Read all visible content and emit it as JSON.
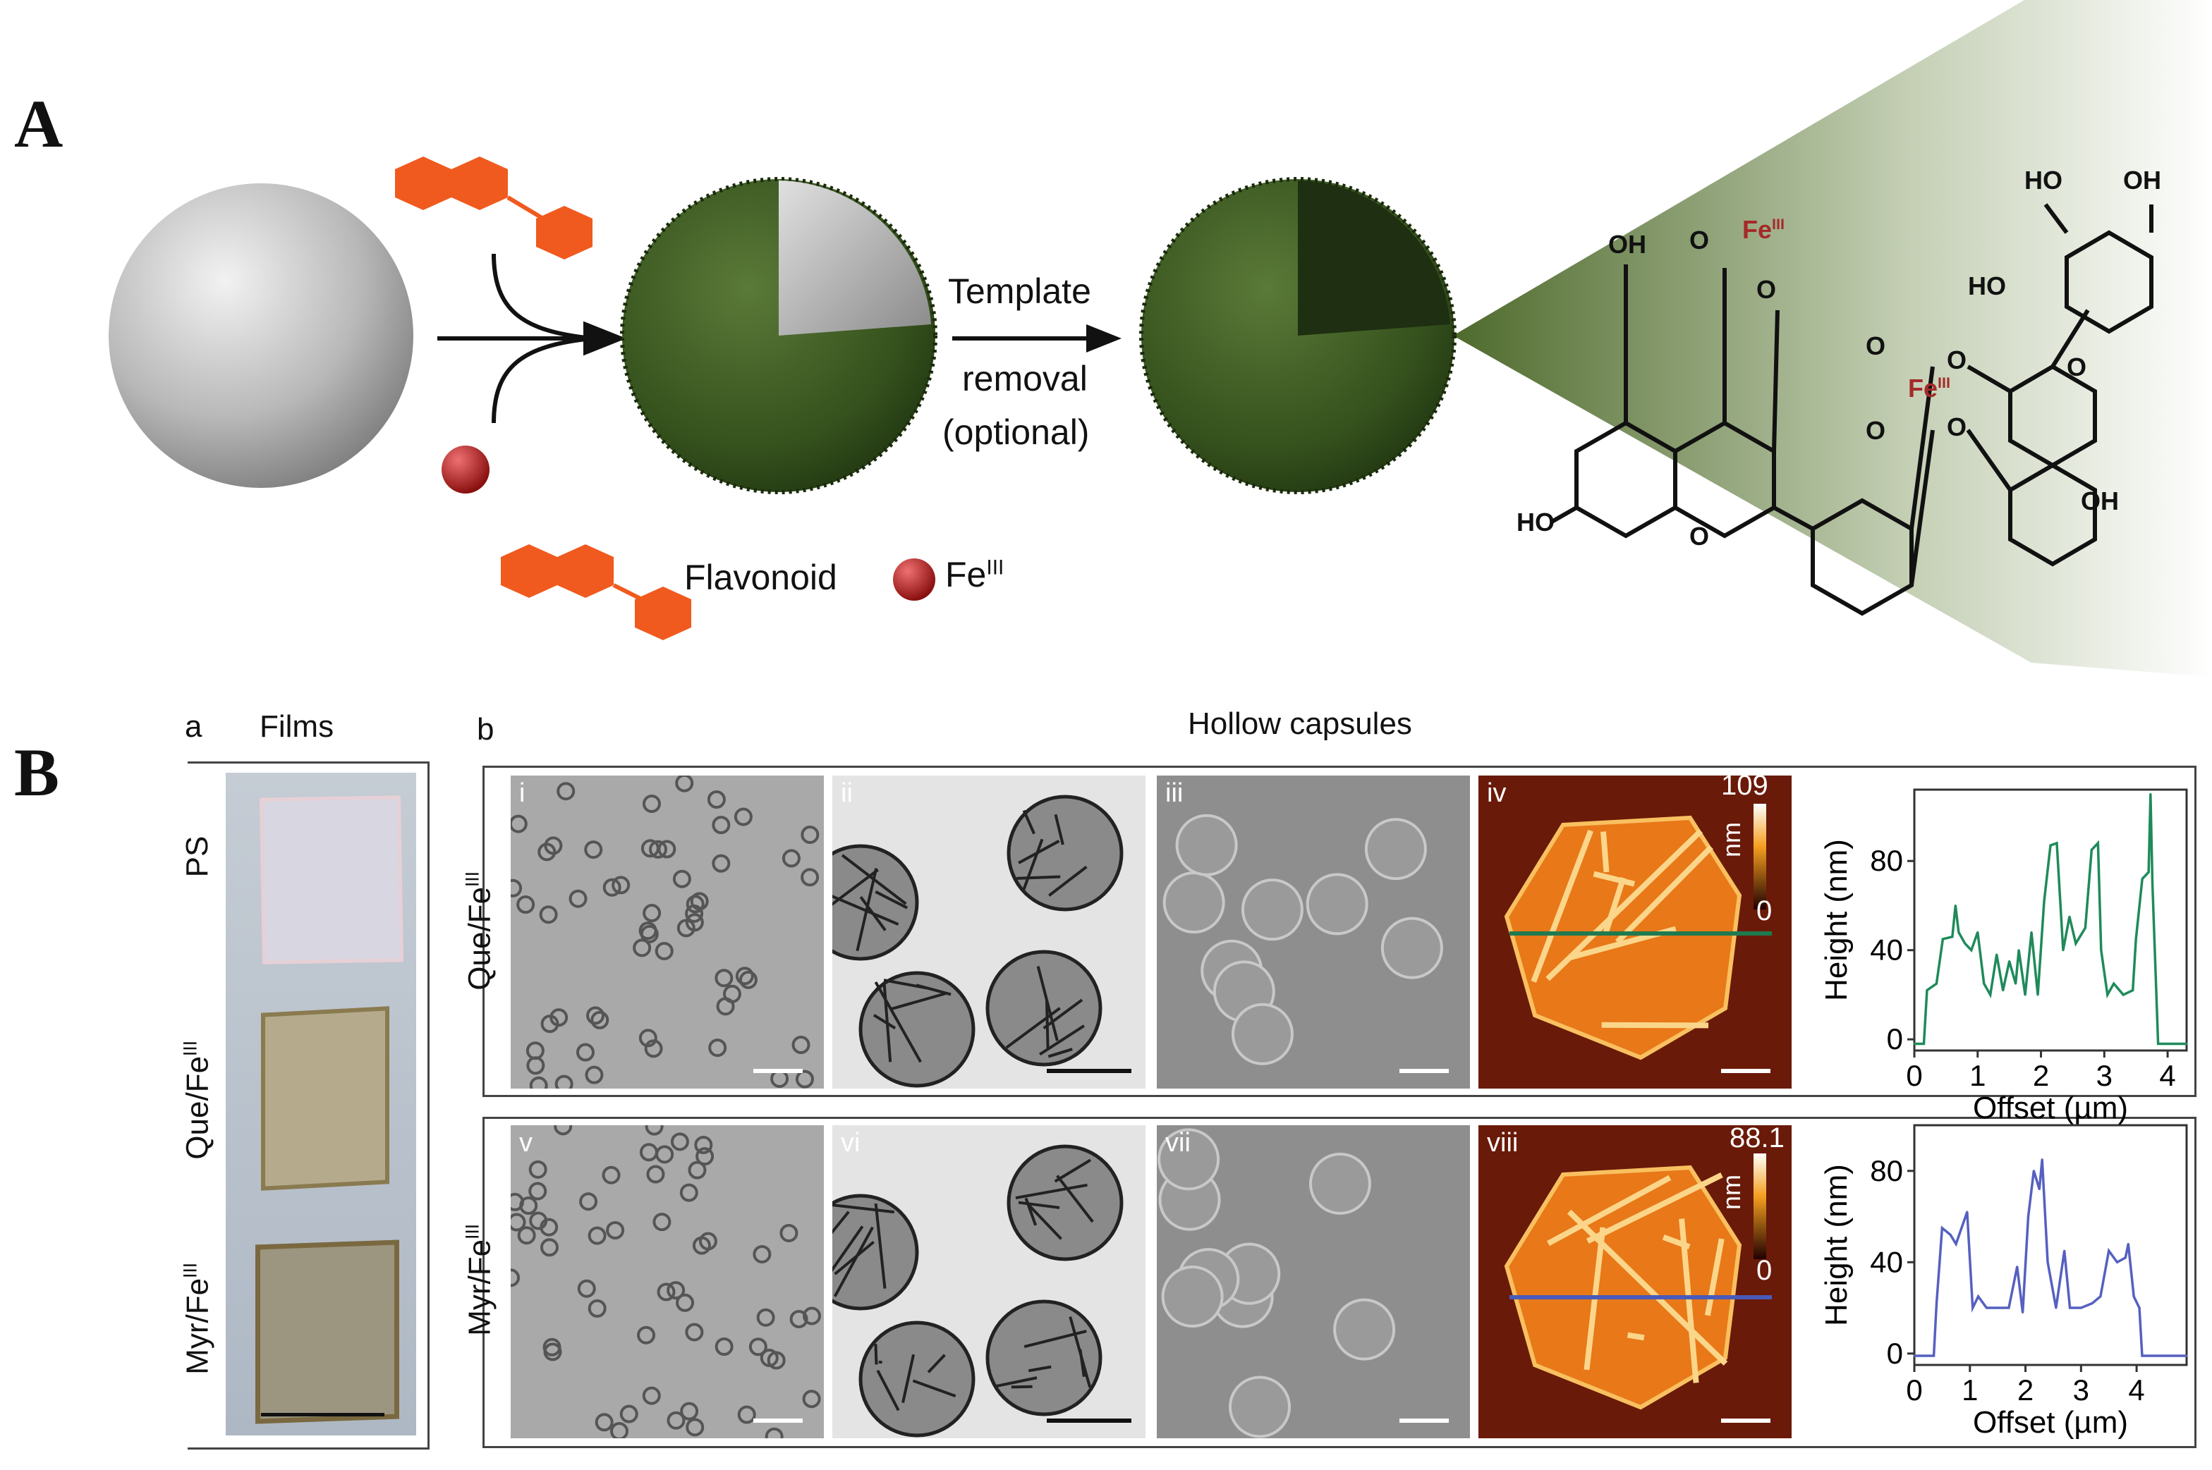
{
  "panel_a": {
    "label": "A",
    "step_label_1": "Template",
    "step_label_2": "removal",
    "step_label_3": "(optional)",
    "legend_flavonoid": "Flavonoid",
    "legend_fe": "Fe",
    "legend_fe_sup": "III",
    "chem_labels": {
      "oh1": "OH",
      "o_carbonyl1": "O",
      "fe1": "Fe",
      "fe_sup": "III",
      "o_enol1": "O",
      "ho1": "HO",
      "o_ring1": "O",
      "o_cat1": "O",
      "o_cat2": "O",
      "fe2": "Fe",
      "o_carbonyl2": "O",
      "o_phen2": "O",
      "ho_top1": "HO",
      "oh_top2": "OH",
      "ho2": "HO",
      "o_ring2": "O",
      "oh_bottom": "OH"
    },
    "colors": {
      "flavonoid": "#f05a1e",
      "fe": "#b02020",
      "capsule": "#3d5a22",
      "template": "#bdbdbd"
    }
  },
  "panel_b": {
    "label": "B",
    "sub_a": "a",
    "films_title": "Films",
    "sub_b": "b",
    "capsules_title": "Hollow capsules",
    "film_labels": {
      "ps": "PS",
      "que": "Que/Fe",
      "myr": "Myr/Fe",
      "sup": "III"
    },
    "row_labels": {
      "que": "Que/Fe",
      "myr": "Myr/Fe",
      "sup": "III"
    },
    "images_top": [
      "i",
      "ii",
      "iii",
      "iv"
    ],
    "images_bottom": [
      "v",
      "vi",
      "vii",
      "viii"
    ],
    "afm_top": {
      "max": "109",
      "unit": "nm",
      "min": "0"
    },
    "afm_bottom": {
      "max": "88.1",
      "unit": "nm",
      "min": "0"
    }
  },
  "chart_data": [
    {
      "type": "line",
      "xlabel": "Offset (µm)",
      "ylabel": "Height (nm)",
      "xlim": [
        0,
        4.3
      ],
      "ylim": [
        -5,
        112
      ],
      "xticks": [
        "0",
        "1",
        "2",
        "3",
        "4"
      ],
      "yticks": [
        "0",
        "40",
        "80"
      ],
      "color": "#1f8a5a",
      "x": [
        0,
        0.15,
        0.2,
        0.35,
        0.45,
        0.6,
        0.65,
        0.7,
        0.8,
        0.9,
        1.0,
        1.1,
        1.2,
        1.3,
        1.4,
        1.5,
        1.6,
        1.65,
        1.75,
        1.85,
        1.95,
        2.05,
        2.15,
        2.25,
        2.35,
        2.45,
        2.55,
        2.7,
        2.8,
        2.9,
        2.95,
        3.05,
        3.15,
        3.3,
        3.45,
        3.5,
        3.6,
        3.7,
        3.73,
        3.76,
        3.85,
        4.3
      ],
      "y": [
        -2,
        -2,
        22,
        25,
        45,
        46,
        60,
        48,
        43,
        40,
        48,
        25,
        20,
        38,
        22,
        35,
        25,
        40,
        20,
        48,
        20,
        62,
        87,
        88,
        40,
        55,
        43,
        50,
        85,
        88,
        40,
        20,
        25,
        20,
        22,
        45,
        72,
        75,
        110,
        70,
        -2,
        -2
      ]
    },
    {
      "type": "line",
      "xlabel": "Offset (µm)",
      "ylabel": "Height (nm)",
      "xlim": [
        0,
        4.9
      ],
      "ylim": [
        -5,
        100
      ],
      "xticks": [
        "0",
        "1",
        "2",
        "3",
        "4"
      ],
      "yticks": [
        "0",
        "40",
        "80"
      ],
      "color": "#5560c0",
      "x": [
        0,
        0.35,
        0.4,
        0.5,
        0.65,
        0.75,
        0.85,
        0.95,
        1.05,
        1.15,
        1.3,
        1.5,
        1.7,
        1.85,
        1.95,
        2.05,
        2.15,
        2.25,
        2.3,
        2.4,
        2.55,
        2.7,
        2.8,
        3.0,
        3.2,
        3.35,
        3.5,
        3.65,
        3.8,
        3.85,
        3.95,
        4.05,
        4.1,
        4.9
      ],
      "y": [
        -1,
        -1,
        22,
        55,
        52,
        48,
        55,
        62,
        20,
        25,
        20,
        20,
        20,
        38,
        18,
        60,
        80,
        72,
        85,
        40,
        20,
        45,
        20,
        20,
        22,
        25,
        45,
        40,
        42,
        48,
        25,
        20,
        -1,
        -1
      ]
    }
  ]
}
